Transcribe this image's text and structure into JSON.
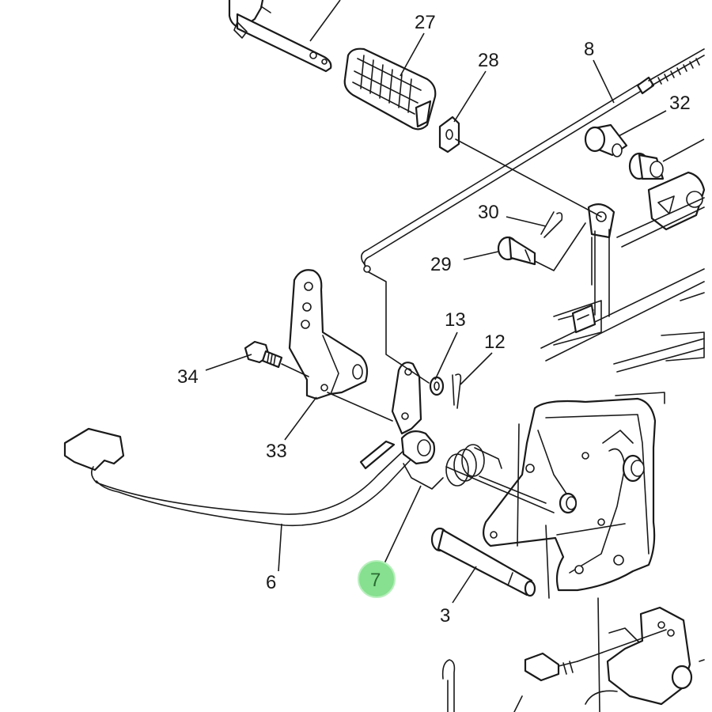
{
  "diagram": {
    "labels": {
      "p27": "27",
      "p28": "28",
      "p8": "8",
      "p32": "32",
      "p30": "30",
      "p29": "29",
      "p13": "13",
      "p12": "12",
      "p34": "34",
      "p33": "33",
      "p6": "6",
      "p7": "7",
      "p3": "3"
    },
    "highlight": {
      "label": "7",
      "color": "#86e08f"
    }
  }
}
